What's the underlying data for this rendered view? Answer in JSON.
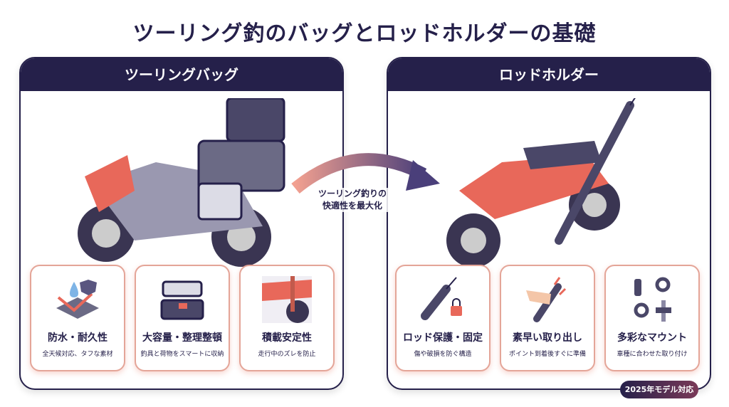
{
  "title": "ツーリング釣のバッグとロッドホルダーの基礎",
  "left_panel": {
    "header": "ツーリングバッグ",
    "cards": [
      {
        "title": "防水・耐久性",
        "sub": "全天候対応、タフな素材"
      },
      {
        "title": "大容量・整理整頓",
        "sub": "釣具と荷物をスマートに収納"
      },
      {
        "title": "積載安定性",
        "sub": "走行中のズレを防止"
      }
    ]
  },
  "right_panel": {
    "header": "ロッドホルダー",
    "cards": [
      {
        "title": "ロッド保護・固定",
        "sub": "傷や破損を防ぐ構造"
      },
      {
        "title": "素早い取り出し",
        "sub": "ポイント到着後すぐに準備"
      },
      {
        "title": "多彩なマウント",
        "sub": "車種に合わせた取り付け"
      }
    ]
  },
  "arrow": {
    "line1": "ツーリング釣りの",
    "line2": "快適性を最大化"
  },
  "badge": "2025年モデル対応",
  "colors": {
    "navy": "#25204a",
    "accent": "#e8685a"
  }
}
